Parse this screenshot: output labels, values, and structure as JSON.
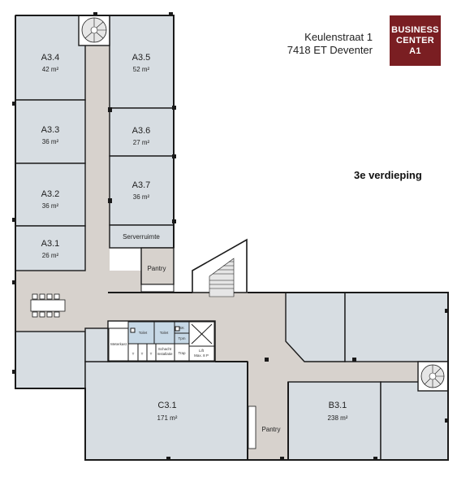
{
  "address": {
    "line1": "Keulenstraat 1",
    "line2": "7418 ET Deventer"
  },
  "logo": {
    "line1": "BUSINESS",
    "line2": "CENTER",
    "line3": "A1",
    "color": "#7a1e22"
  },
  "floor_label": "3e verdieping",
  "colors": {
    "room": "#d7dde2",
    "corridor": "#d7d2cd",
    "wall": "#1a1a1a",
    "light_blue": "#c6d8e6"
  },
  "rooms": {
    "a34": {
      "name": "A3.4",
      "area": "42 m²"
    },
    "a35": {
      "name": "A3.5",
      "area": "52 m²"
    },
    "a33": {
      "name": "A3.3",
      "area": "36 m²"
    },
    "a36": {
      "name": "A3.6",
      "area": "27 m²"
    },
    "a32": {
      "name": "A3.2",
      "area": "36 m²"
    },
    "a37": {
      "name": "A3.7",
      "area": "36 m²"
    },
    "a31": {
      "name": "A3.1",
      "area": "26 m²"
    },
    "c31": {
      "name": "C3.1",
      "area": "171 m²"
    },
    "b31": {
      "name": "B3.1",
      "area": "238 m²"
    }
  },
  "labels": {
    "serverruimte": "Serverruimte",
    "pantry_top": "Pantry",
    "pantry_bottom": "Pantry",
    "toilet1": "Toilet",
    "toilet2": "Toilet",
    "meterkast": "Meterkast",
    "lift": "Lift",
    "lift_sub": "Max. 8 P",
    "sk": "SK",
    "tpm": "Tpm",
    "trap": "Trap",
    "tc": "T",
    "schacht": "Schacht",
    "schacht_sub": "Installatie"
  }
}
